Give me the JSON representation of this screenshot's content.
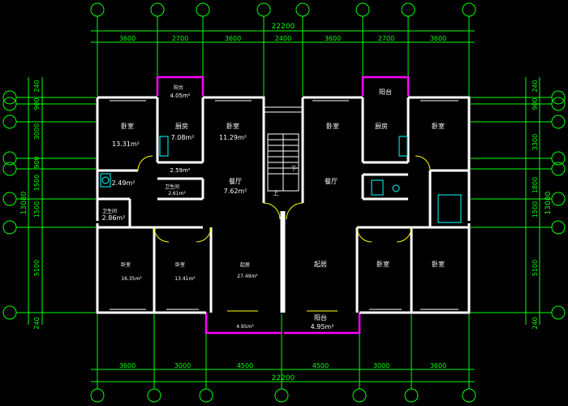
{
  "colors": {
    "background": "#000000",
    "dimension": "#00ff00",
    "wall": "#ffffff",
    "balcony": "#ff00ff",
    "door": "#ffff00",
    "fixture": "#00ffff"
  },
  "dimensions": {
    "top_total": "22200",
    "top_segments": [
      "3600",
      "2700",
      "3600",
      "2400",
      "3600",
      "2700",
      "3600"
    ],
    "bottom_total": "22200",
    "bottom_segments": [
      "3600",
      "3000",
      "4500",
      "4500",
      "3000",
      "3600"
    ],
    "left_total": "13080",
    "left_segments": [
      "240",
      "900",
      "3000",
      "900",
      "1500",
      "1500",
      "5100",
      "240"
    ],
    "right_total": "13080",
    "right_segments": [
      "240",
      "900",
      "3300",
      "1800",
      "1500",
      "5100",
      "240"
    ]
  },
  "rooms": {
    "balcony_top_left": "阳台",
    "balcony_top_left_area": "4.05m²",
    "balcony_top_right": "阳台",
    "bedroom_top_left": "卧室",
    "bedroom_top_left_area": "13.31m²",
    "kitchen_left": "厨房",
    "kitchen_left_area": "7.08m²",
    "bedroom_top_mid_left": "卧室",
    "bedroom_top_mid_left_area": "11.29m²",
    "bedroom_top_mid_right": "卧室",
    "kitchen_right": "厨房",
    "bedroom_top_right": "卧室",
    "storage_left_area": "2.59m²",
    "wc_left_area": "2.49m²",
    "bath_left": "卫生间",
    "bath_left_area": "2.61m²",
    "dining_left": "餐厅",
    "dining_left_area": "7.62m²",
    "dining_right": "餐厅",
    "bath_left2": "卫生间",
    "bath_left2_area": "2.86m²",
    "stair_label": "下",
    "stair_label_up": "上",
    "bedroom_bottom_left": "卧室",
    "bedroom_bottom_left_area": "16.35m²",
    "bedroom_bottom_mid_left": "卧室",
    "bedroom_bottom_mid_left_area": "13.41m²",
    "living_left": "起居",
    "living_left_area": "27.49m²",
    "living_right": "起居",
    "bedroom_bottom_mid_right": "卧室",
    "bedroom_bottom_right": "卧室",
    "balcony_bottom_left_area": "4.95m²",
    "balcony_bottom_right": "阳台",
    "balcony_bottom_right_area": "4.95m²"
  }
}
